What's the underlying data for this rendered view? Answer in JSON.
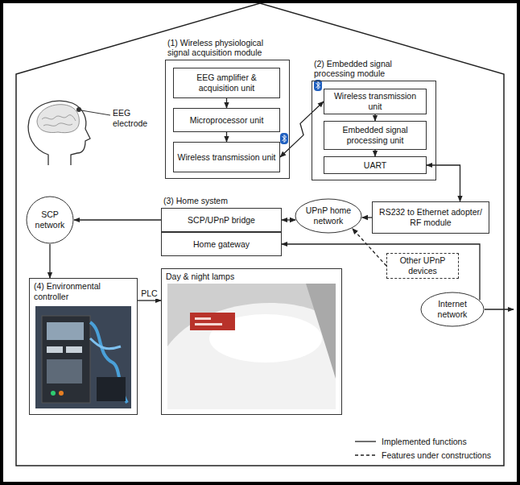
{
  "diagram": {
    "nodes": [
      {
        "text": [
          "(1) Wireless physiological signal acquisition module"
        ]
      },
      {
        "text": [
          "EEG amplifier & acquisition unit"
        ],
        "in": 0
      },
      {
        "text": [
          "Microprocessor unit"
        ],
        "in": 0
      },
      {
        "text": [
          "Wireless transmission unit"
        ],
        "in": 0
      },
      {
        "text": [
          "(2) Embedded signal processing module"
        ]
      },
      {
        "text": [
          "Wireless transmission unit"
        ],
        "in": 4
      },
      {
        "text": [
          "Embedded signal processing unit"
        ],
        "in": 4
      },
      {
        "text": [
          "UART"
        ],
        "in": 4
      },
      {
        "text": [
          "SCP network"
        ]
      },
      {
        "text": [
          "(3) Home system"
        ]
      },
      {
        "text": [
          "SCP/UPnP bridge"
        ],
        "in": 9
      },
      {
        "text": [
          "Home gateway"
        ],
        "in": 9
      },
      {
        "text": [
          "UPnP home network"
        ]
      },
      {
        "text": [
          "RS232 to Ethernet adopter/ RF module"
        ]
      },
      {
        "text": [
          "Other UPnP devices"
        ]
      },
      {
        "text": [
          "(4) Environmental controller"
        ]
      },
      {
        "text": [
          "Day & night lamps"
        ]
      },
      {
        "text": [
          "Internet network"
        ]
      }
    ],
    "edges": [
      {
        "from": 1,
        "to": 2,
        "arrow": "to"
      },
      {
        "from": 2,
        "to": 3,
        "arrow": "to"
      },
      {
        "from": 3,
        "to": 5,
        "arrow": "both"
      },
      {
        "from": 5,
        "to": 6,
        "arrow": "to"
      },
      {
        "from": 6,
        "to": 7,
        "arrow": "to"
      },
      {
        "from": 7,
        "to": 13,
        "arrow": "both"
      },
      {
        "from": 13,
        "to": 12,
        "arrow": "to"
      },
      {
        "from": 12,
        "to": 10,
        "arrow": "both"
      },
      {
        "from": 10,
        "to": 8,
        "arrow": "to"
      },
      {
        "from": 8,
        "to": 15,
        "arrow": "to"
      },
      {
        "from": 15,
        "to": 16,
        "label": "PLC",
        "arrow": "to"
      },
      {
        "from": 17,
        "to": 11,
        "arrow": "to"
      },
      {
        "from": 14,
        "to": 12,
        "arrow": "to"
      }
    ],
    "labels": [
      "EEG electrode"
    ],
    "legend": [
      {
        "text": "Implemented functions"
      },
      {
        "text": "Features under constructions"
      }
    ]
  }
}
